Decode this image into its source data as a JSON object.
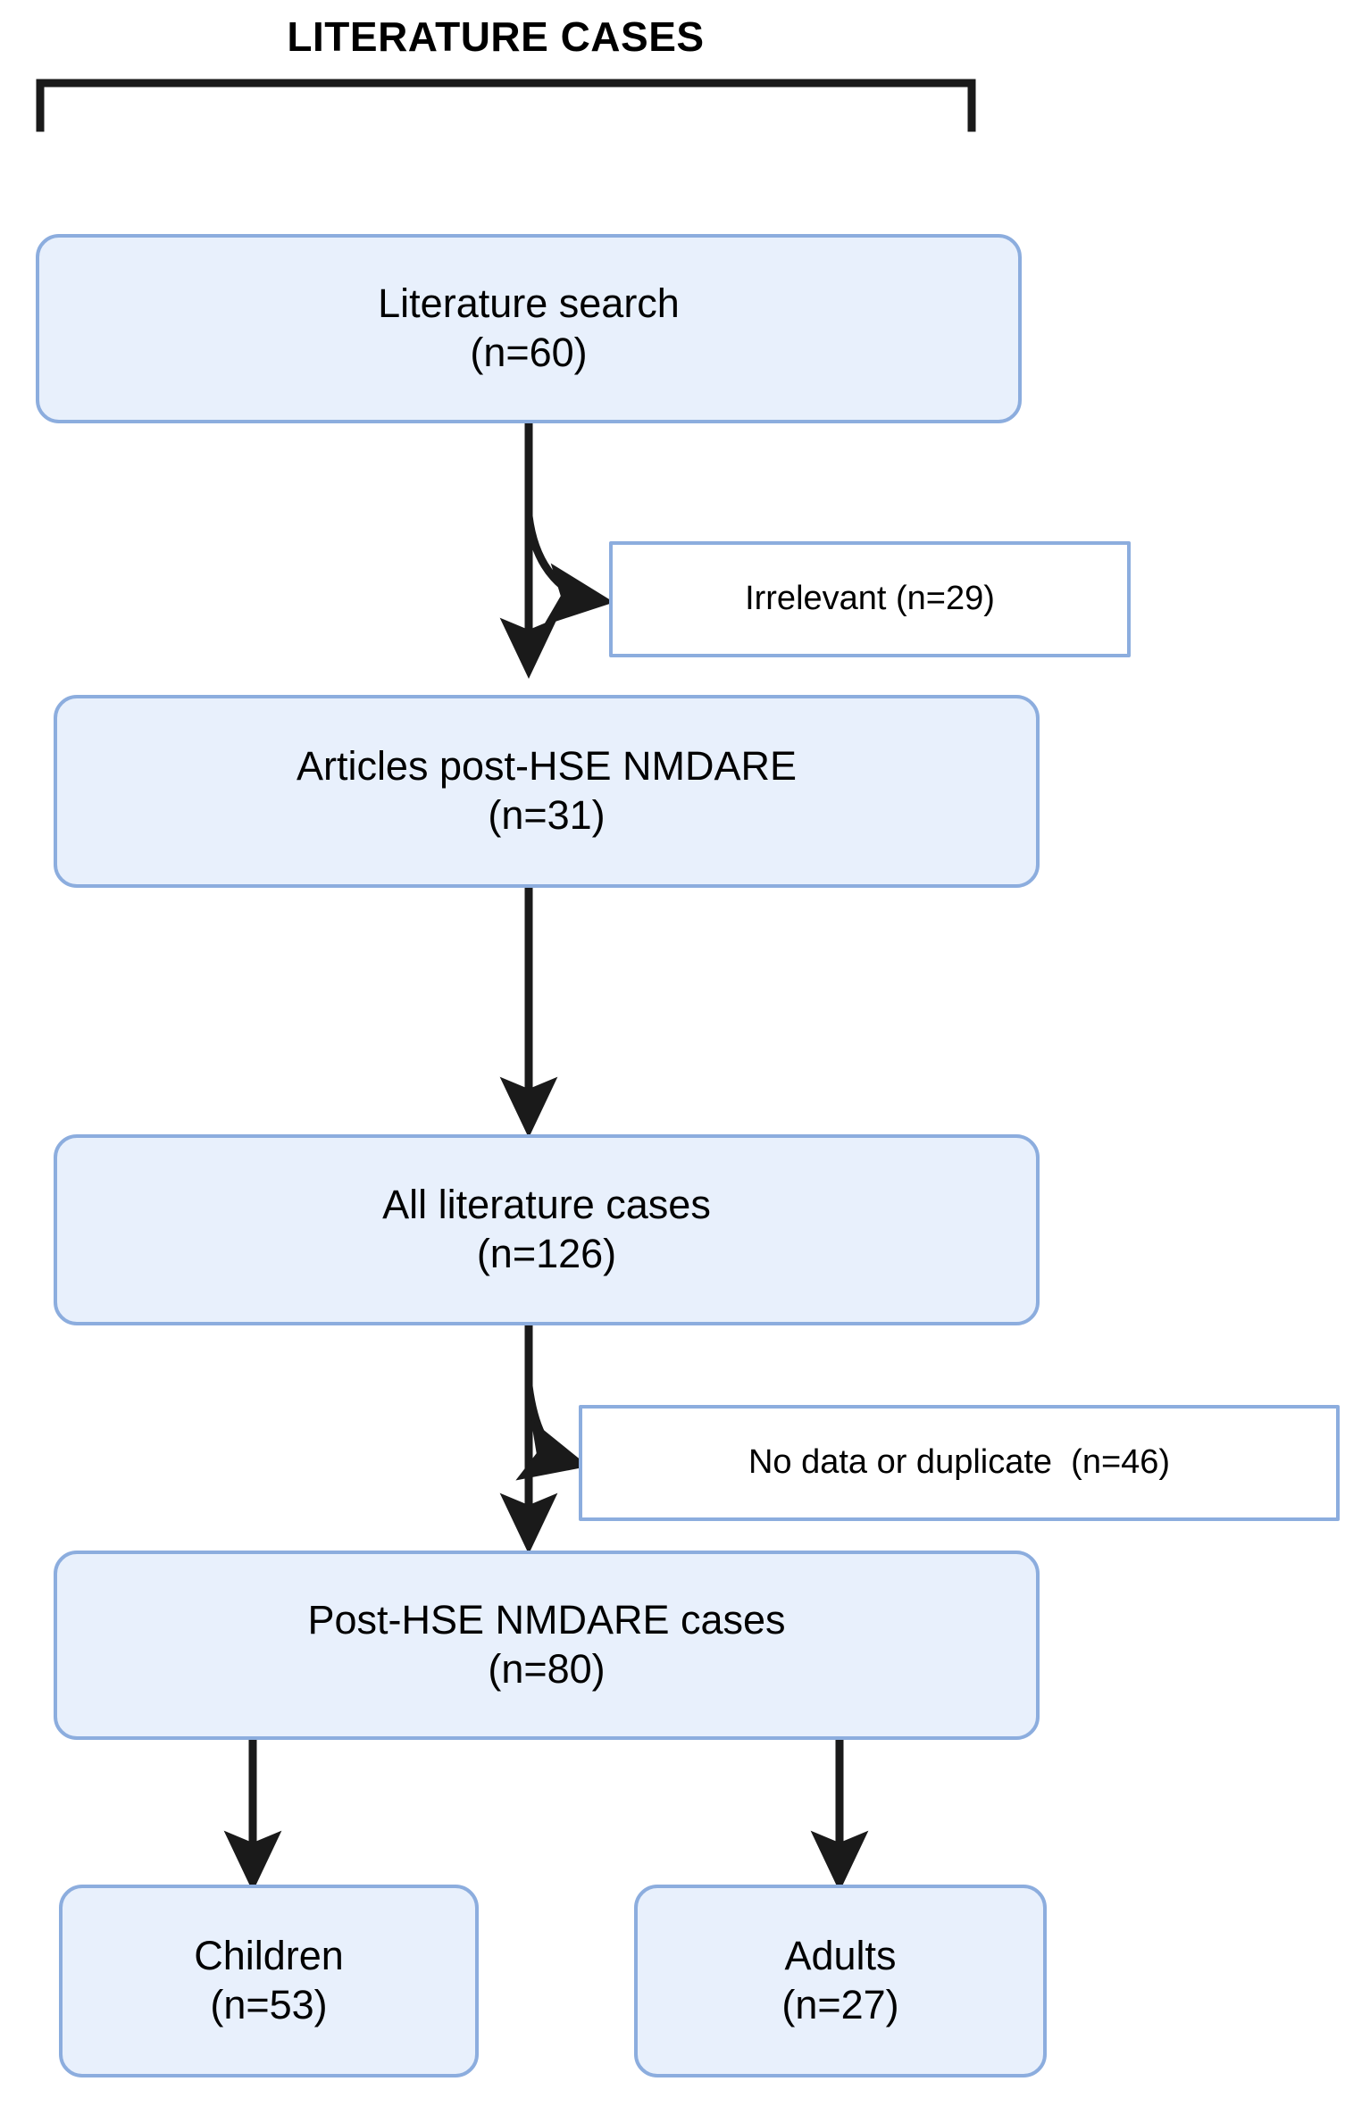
{
  "diagram": {
    "title": "LITERATURE CASES",
    "type": "flowchart",
    "colors": {
      "node_fill": "#e8f0fc",
      "node_border": "#8cadde",
      "excluded_fill": "#ffffff",
      "arrow": "#1a1a1a",
      "bracket": "#1a1a1a",
      "background": "#ffffff",
      "text": "#000000"
    },
    "bracket": {
      "name": "literature-cases-bracket",
      "description": "top grouping bracket under the title"
    },
    "nodes": [
      {
        "id": "literature-search",
        "kind": "rounded",
        "line1": "Literature search",
        "line2": "(n=60)",
        "count": 60
      },
      {
        "id": "irrelevant",
        "kind": "excluded",
        "line1": "Irrelevant (n=29)",
        "line2": "",
        "count": 29
      },
      {
        "id": "articles-post-hse-nmdare",
        "kind": "rounded",
        "line1": "Articles post-HSE NMDARE",
        "line2": "(n=31)",
        "count": 31
      },
      {
        "id": "all-literature-cases",
        "kind": "rounded",
        "line1": "All literature cases",
        "line2": "(n=126)",
        "count": 126
      },
      {
        "id": "no-data-or-duplicate",
        "kind": "excluded",
        "line1": "No data or duplicate  (n=46)",
        "line2": "",
        "count": 46
      },
      {
        "id": "post-hse-nmdare-cases",
        "kind": "rounded",
        "line1": "Post-HSE NMDARE cases",
        "line2": "(n=80)",
        "count": 80
      },
      {
        "id": "children",
        "kind": "rounded",
        "line1": "Children",
        "line2": "(n=53)",
        "count": 53
      },
      {
        "id": "adults",
        "kind": "rounded",
        "line1": "Adults",
        "line2": "(n=27)",
        "count": 27
      }
    ],
    "edges": [
      {
        "from": "literature-search",
        "to": "articles-post-hse-nmdare",
        "style": "straight-arrow"
      },
      {
        "from": "literature-search",
        "to": "irrelevant",
        "style": "curved-arrow"
      },
      {
        "from": "articles-post-hse-nmdare",
        "to": "all-literature-cases",
        "style": "straight-arrow"
      },
      {
        "from": "all-literature-cases",
        "to": "post-hse-nmdare-cases",
        "style": "straight-arrow"
      },
      {
        "from": "all-literature-cases",
        "to": "no-data-or-duplicate",
        "style": "curved-arrow"
      },
      {
        "from": "post-hse-nmdare-cases",
        "to": "children",
        "style": "straight-arrow"
      },
      {
        "from": "post-hse-nmdare-cases",
        "to": "adults",
        "style": "straight-arrow"
      }
    ]
  }
}
